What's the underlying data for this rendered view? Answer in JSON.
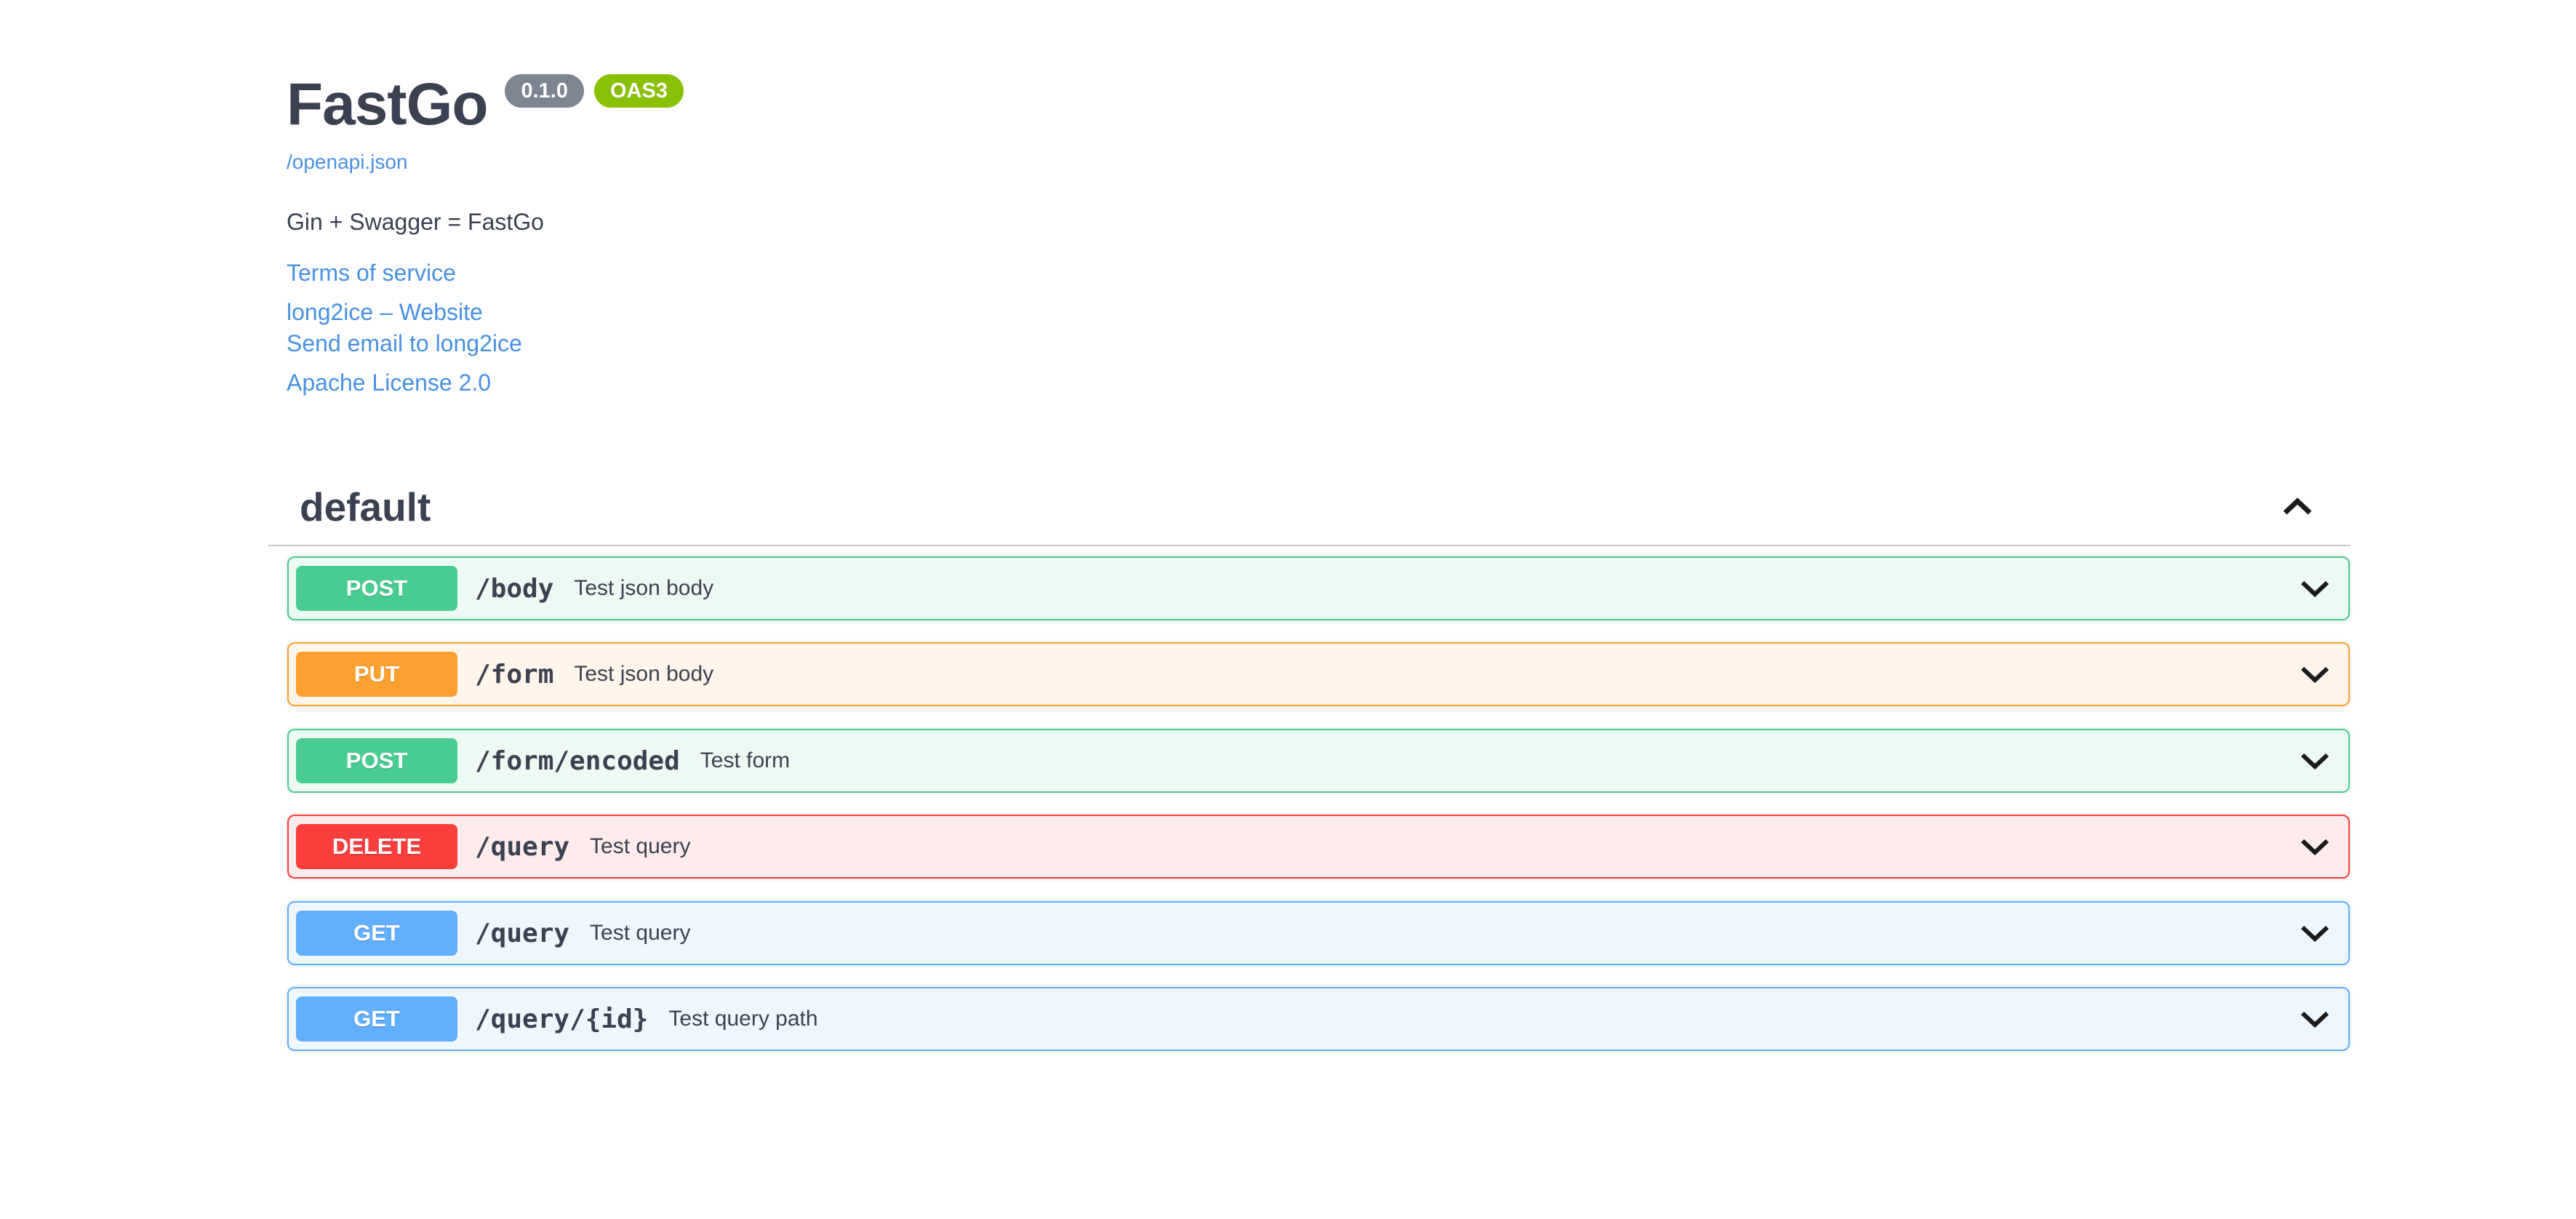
{
  "info": {
    "title": "FastGo",
    "version_badge": "0.1.0",
    "oas_badge": "OAS3",
    "spec_link": "/openapi.json",
    "description": "Gin + Swagger = FastGo",
    "links": {
      "terms": "Terms of service",
      "website": "long2ice – Website",
      "email": "Send email to long2ice",
      "license": "Apache License 2.0"
    }
  },
  "tag_section": {
    "title": "default"
  },
  "operations": [
    {
      "method": "POST",
      "path": "/body",
      "summary": "Test json body",
      "color": "#49cc90",
      "background": "#edfaf3"
    },
    {
      "method": "PUT",
      "path": "/form",
      "summary": "Test json body",
      "color": "#fca130",
      "background": "#fff5ea"
    },
    {
      "method": "POST",
      "path": "/form/encoded",
      "summary": "Test form",
      "color": "#49cc90",
      "background": "#edfaf3"
    },
    {
      "method": "DELETE",
      "path": "/query",
      "summary": "Test query",
      "color": "#f93e3e",
      "background": "#feebeb"
    },
    {
      "method": "GET",
      "path": "/query",
      "summary": "Test query",
      "color": "#61affe",
      "background": "#eff7fe"
    },
    {
      "method": "GET",
      "path": "/query/{id}",
      "summary": "Test query path",
      "color": "#61affe",
      "background": "#eff7fe"
    }
  ],
  "colors": {
    "text": "#3b4151",
    "link": "#4990e2",
    "version_badge_bg": "#7d8492",
    "oas_badge_bg": "#89bf04",
    "divider": "rgba(59,65,81,0.3)"
  }
}
